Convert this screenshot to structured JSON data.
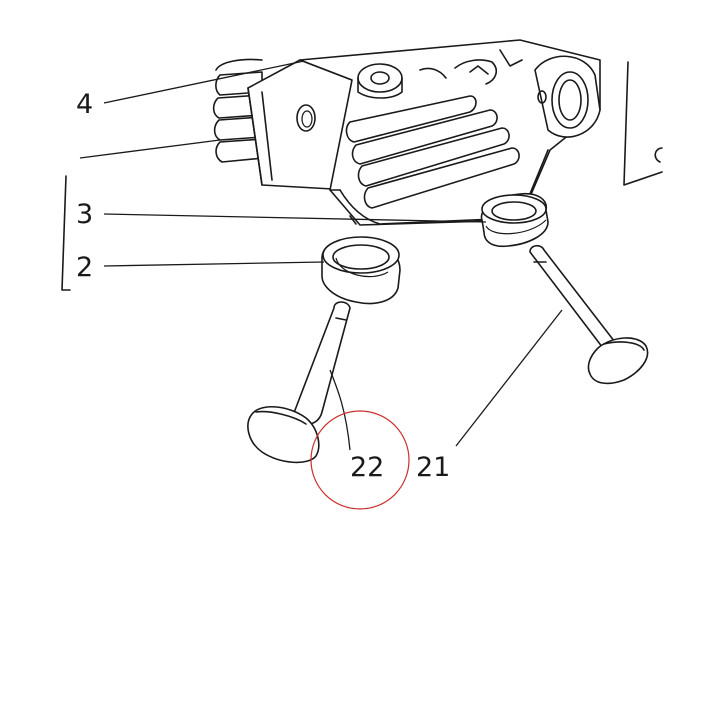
{
  "callouts": {
    "c4": "4",
    "c3": "3",
    "c2": "2",
    "c22": "22",
    "c21": "21"
  },
  "highlight": {
    "color": "#c9302c",
    "target": "22"
  },
  "parts": [
    {
      "name": "cylinder-head"
    },
    {
      "name": "valve-seat"
    },
    {
      "name": "valve-guide"
    },
    {
      "name": "exhaust-valve"
    },
    {
      "name": "intake-valve"
    }
  ]
}
